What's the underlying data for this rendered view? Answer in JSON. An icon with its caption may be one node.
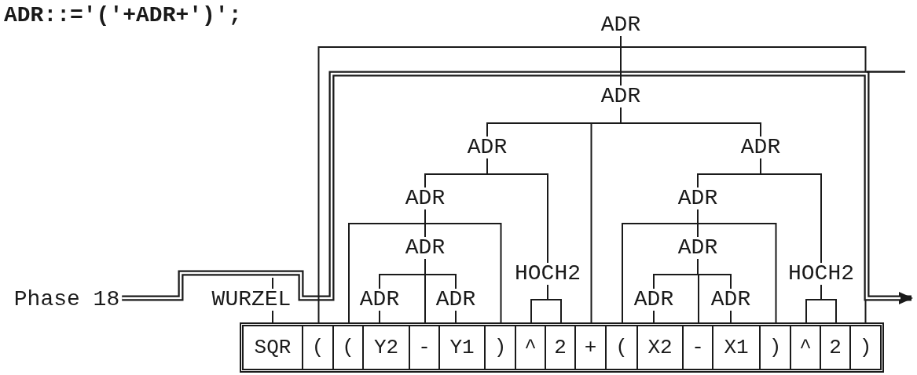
{
  "diagram": {
    "nodes": [
      {
        "text": [
          "Phase 18"
        ]
      },
      {
        "text": [
          "ADR"
        ]
      },
      {
        "text": [
          "ADR"
        ]
      },
      {
        "text": [
          "ADR"
        ]
      },
      {
        "text": [
          "ADR"
        ]
      },
      {
        "text": [
          "ADR"
        ]
      },
      {
        "text": [
          "ADR"
        ]
      },
      {
        "text": [
          "ADR"
        ]
      },
      {
        "text": [
          "ADR"
        ]
      },
      {
        "text": [
          "HOCH2"
        ]
      },
      {
        "text": [
          "HOCH2"
        ]
      },
      {
        "text": [
          "WURZEL"
        ]
      },
      {
        "text": [
          "ADR"
        ]
      },
      {
        "text": [
          "ADR"
        ]
      },
      {
        "text": [
          "ADR"
        ]
      },
      {
        "text": [
          "ADR"
        ]
      },
      {
        "text": [],
        "shape": "box"
      },
      {
        "text": [
          "SQR"
        ],
        "in": 16
      },
      {
        "text": [
          "("
        ],
        "in": 16
      },
      {
        "text": [
          "("
        ],
        "in": 16
      },
      {
        "text": [
          "Y2"
        ],
        "in": 16
      },
      {
        "text": [
          "-"
        ],
        "in": 16
      },
      {
        "text": [
          "Y1"
        ],
        "in": 16
      },
      {
        "text": [
          ")"
        ],
        "in": 16
      },
      {
        "text": [
          "^"
        ],
        "in": 16
      },
      {
        "text": [
          "2"
        ],
        "in": 16
      },
      {
        "text": [
          "+"
        ],
        "in": 16
      },
      {
        "text": [
          "("
        ],
        "in": 16
      },
      {
        "text": [
          "X2"
        ],
        "in": 16
      },
      {
        "text": [
          "-"
        ],
        "in": 16
      },
      {
        "text": [
          "X1"
        ],
        "in": 16
      },
      {
        "text": [
          ")"
        ],
        "in": 16
      },
      {
        "text": [
          "^"
        ],
        "in": 16
      },
      {
        "text": [
          "2"
        ],
        "in": 16
      },
      {
        "text": [
          ")"
        ],
        "in": 16
      }
    ],
    "edges": [
      {
        "from": 0,
        "to": null,
        "arrow": "to",
        "style": "thick"
      },
      {
        "from": 1,
        "to": 18,
        "arrow": "none"
      },
      {
        "from": 1,
        "to": 2,
        "arrow": "none"
      },
      {
        "from": 1,
        "to": 34,
        "arrow": "none"
      },
      {
        "from": 2,
        "to": 3,
        "arrow": "none"
      },
      {
        "from": 2,
        "to": 26,
        "arrow": "none"
      },
      {
        "from": 2,
        "to": 4,
        "arrow": "none"
      },
      {
        "from": 3,
        "to": 5,
        "arrow": "none"
      },
      {
        "from": 3,
        "to": 9,
        "arrow": "none"
      },
      {
        "from": 4,
        "to": 6,
        "arrow": "none"
      },
      {
        "from": 4,
        "to": 10,
        "arrow": "none"
      },
      {
        "from": 5,
        "to": 19,
        "arrow": "none"
      },
      {
        "from": 5,
        "to": 7,
        "arrow": "none"
      },
      {
        "from": 5,
        "to": 23,
        "arrow": "none"
      },
      {
        "from": 6,
        "to": 27,
        "arrow": "none"
      },
      {
        "from": 6,
        "to": 8,
        "arrow": "none"
      },
      {
        "from": 6,
        "to": 31,
        "arrow": "none"
      },
      {
        "from": 7,
        "to": 12,
        "arrow": "none"
      },
      {
        "from": 7,
        "to": 21,
        "arrow": "none"
      },
      {
        "from": 7,
        "to": 13,
        "arrow": "none"
      },
      {
        "from": 8,
        "to": 14,
        "arrow": "none"
      },
      {
        "from": 8,
        "to": 29,
        "arrow": "none"
      },
      {
        "from": 8,
        "to": 15,
        "arrow": "none"
      },
      {
        "from": 12,
        "to": 20,
        "arrow": "none"
      },
      {
        "from": 13,
        "to": 22,
        "arrow": "none"
      },
      {
        "from": 14,
        "to": 28,
        "arrow": "none"
      },
      {
        "from": 15,
        "to": 30,
        "arrow": "none"
      },
      {
        "from": 9,
        "to": 24,
        "arrow": "none"
      },
      {
        "from": 9,
        "to": 25,
        "arrow": "none"
      },
      {
        "from": 10,
        "to": 32,
        "arrow": "none"
      },
      {
        "from": 10,
        "to": 33,
        "arrow": "none"
      },
      {
        "from": 11,
        "to": 17,
        "arrow": "none"
      },
      {
        "from": 11,
        "to": null,
        "arrow": "none"
      }
    ],
    "labels": [
      "ADR::='('+ADR+')';"
    ]
  }
}
